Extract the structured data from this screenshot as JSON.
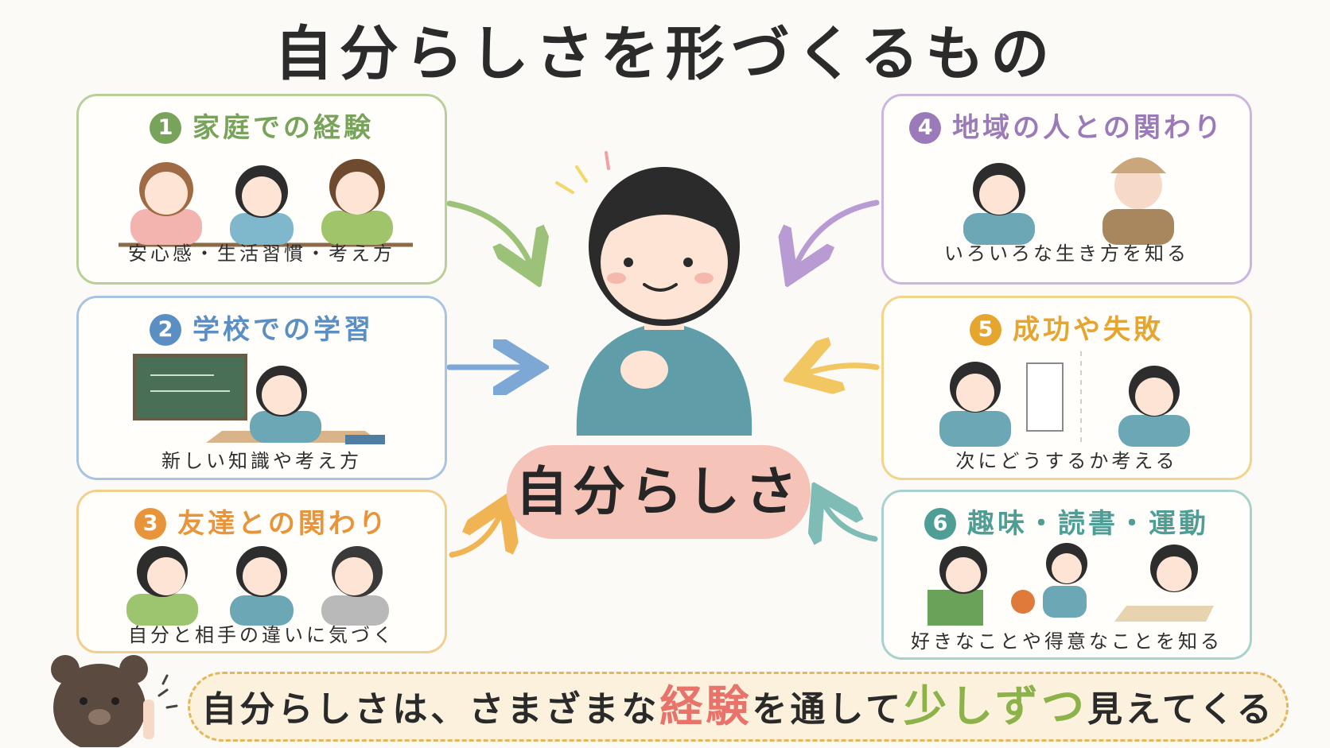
{
  "title": "自分らしさを形づくるもの",
  "center": "自分らしさ",
  "cards": [
    {
      "num": "1",
      "heading": "家庭での経験",
      "caption": "安心感・生活習慣・考え方",
      "color": "#78a35a"
    },
    {
      "num": "2",
      "heading": "学校での学習",
      "caption": "新しい知識や考え方",
      "color": "#5b8fc4"
    },
    {
      "num": "3",
      "heading": "友達との関わり",
      "caption": "自分と相手の違いに気づく",
      "color": "#e8943a"
    },
    {
      "num": "4",
      "heading": "地域の人との関わり",
      "caption": "いろいろな生き方を知る",
      "color": "#9a7ab8"
    },
    {
      "num": "5",
      "heading": "成功や失敗",
      "caption": "次にどうするか考える",
      "color": "#e6a52f"
    },
    {
      "num": "6",
      "heading": "趣味・読書・運動",
      "caption": "好きなことや得意なことを知る",
      "color": "#4e9e95"
    }
  ],
  "message": {
    "part1": "自分らしさは、さまざまな",
    "emph1": "経験",
    "part2": "を通して",
    "emph2": "少しずつ",
    "part3": "見えてくる"
  },
  "colors": {
    "card1_border": "#b9cf9a",
    "card2_border": "#a9c4e2",
    "card3_border": "#f0cf8f",
    "card4_border": "#cbb6df",
    "card5_border": "#f2d48b",
    "card6_border": "#a7d2cd",
    "center_pill": "#f6c3b8",
    "shirt": "#5f9ea8"
  }
}
